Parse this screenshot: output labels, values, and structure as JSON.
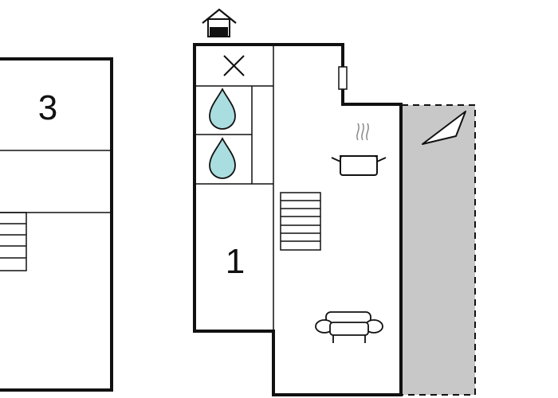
{
  "floorplan": {
    "rooms": [
      {
        "id": "room-3",
        "number": "3"
      },
      {
        "id": "room-1",
        "number": "1"
      }
    ],
    "icons": [
      "entrance-house-icon",
      "toilet-x-icon",
      "water-drop-icon",
      "water-drop-icon",
      "stairs-icon",
      "stairs-icon",
      "cooking-pot-icon",
      "sofa-icon",
      "door-icon",
      "terrace-icon"
    ],
    "colors": {
      "wall": "#111111",
      "water": "#a9dde0",
      "terrace": "#c8c8c8",
      "background": "#ffffff"
    }
  }
}
